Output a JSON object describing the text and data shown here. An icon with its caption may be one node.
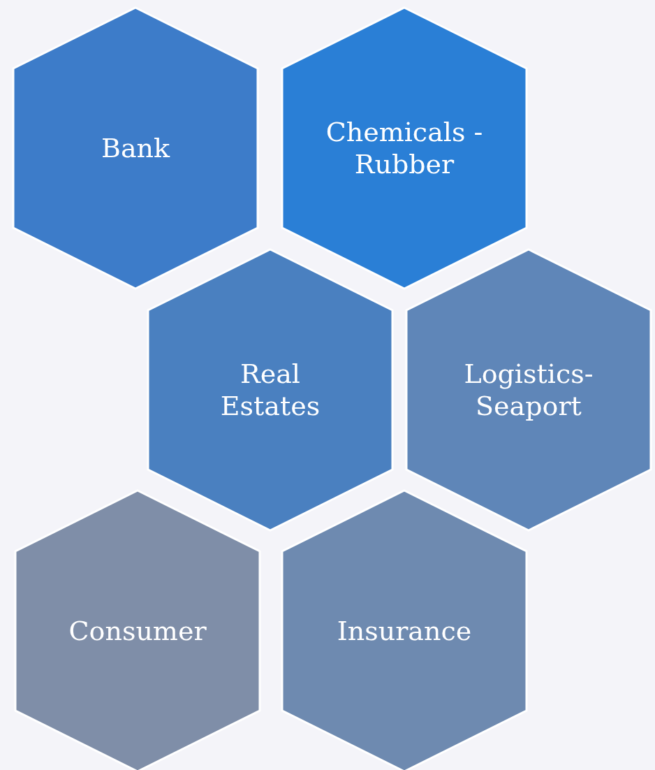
{
  "diagram": {
    "nodes": [
      {
        "text": [
          "Bank"
        ]
      },
      {
        "text": [
          "Chemicals - Rubber"
        ]
      },
      {
        "text": [
          "Real Estates"
        ]
      },
      {
        "text": [
          "Logistics- Seaport"
        ]
      },
      {
        "text": [
          "Consumer"
        ]
      },
      {
        "text": [
          "Insurance"
        ]
      }
    ]
  }
}
